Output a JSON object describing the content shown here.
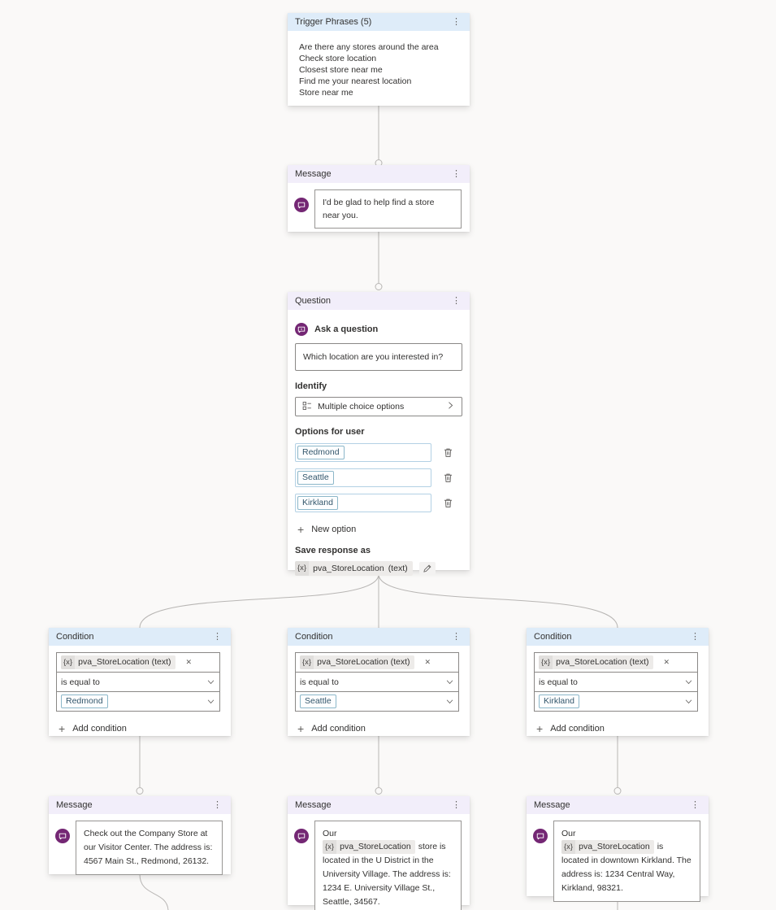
{
  "icons": {
    "more": "⋮",
    "plus": "+",
    "close": "✕"
  },
  "colors": {
    "canvas_bg": "#faf9f8",
    "header_blue": "#deecf9",
    "header_lavender": "#f2eefa",
    "accent_purple": "#742774",
    "connector_gray": "#b8b6b4"
  },
  "trigger_node": {
    "title": "Trigger Phrases (5)",
    "phrases": [
      "Are there any stores around the area",
      "Check store location",
      "Closest store near me",
      "Find me your nearest location",
      "Store near me"
    ]
  },
  "message_node": {
    "title": "Message",
    "text": "I'd be glad to help find a store near you."
  },
  "question_node": {
    "title": "Question",
    "ask_label": "Ask a question",
    "question_text": "Which location are you interested in?",
    "identify_label": "Identify",
    "identify_value": "Multiple choice options",
    "options_label": "Options for user",
    "options": [
      "Redmond",
      "Seattle",
      "Kirkland"
    ],
    "new_option_label": "New option",
    "save_response_label": "Save response as",
    "variable_prefix": "{x}",
    "variable_name": "pva_StoreLocation",
    "variable_type": "(text)"
  },
  "condition_nodes": [
    {
      "title": "Condition",
      "variable_prefix": "{x}",
      "variable": "pva_StoreLocation (text)",
      "operator": "is equal to",
      "value": "Redmond",
      "add_label": "Add condition"
    },
    {
      "title": "Condition",
      "variable_prefix": "{x}",
      "variable": "pva_StoreLocation (text)",
      "operator": "is equal to",
      "value": "Seattle",
      "add_label": "Add condition"
    },
    {
      "title": "Condition",
      "variable_prefix": "{x}",
      "variable": "pva_StoreLocation (text)",
      "operator": "is equal to",
      "value": "Kirkland",
      "add_label": "Add condition"
    }
  ],
  "message_nodes": [
    {
      "title": "Message",
      "text": "Check out the Company Store at our Visitor Center. The address is: 4567 Main St., Redmond, 26132."
    },
    {
      "title": "Message",
      "pre": "Our",
      "variable_prefix": "{x}",
      "variable": "pva_StoreLocation",
      "post": "store is located in the U District in the University Village. The address is: 1234 E. University Village St., Seattle, 34567."
    },
    {
      "title": "Message",
      "pre": "Our",
      "variable_prefix": "{x}",
      "variable": "pva_StoreLocation",
      "post": "is located in downtown Kirkland. The address is: 1234 Central Way, Kirkland, 98321."
    }
  ]
}
